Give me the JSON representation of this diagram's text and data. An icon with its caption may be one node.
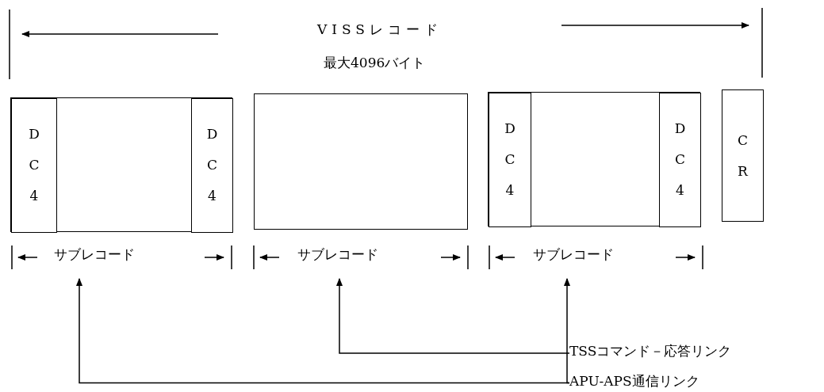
{
  "diagram": {
    "nodes": [
      {
        "text": [],
        "shape": "box"
      },
      {
        "text": [
          "DC4"
        ],
        "in": 0
      },
      {
        "text": [
          "DC4"
        ],
        "in": 0
      },
      {
        "text": [],
        "shape": "box"
      },
      {
        "text": [],
        "shape": "box"
      },
      {
        "text": [
          "DC4"
        ],
        "in": 4
      },
      {
        "text": [
          "DC4"
        ],
        "in": 4
      },
      {
        "text": [
          "CR"
        ]
      },
      {
        "text": [
          "サブレコード"
        ]
      },
      {
        "text": [
          "サブレコード"
        ]
      },
      {
        "text": [
          "サブレコード"
        ]
      },
      {
        "text": [
          "TSSコマンド－応答リンク"
        ]
      },
      {
        "text": [
          "APU-APS通信リンク"
        ]
      }
    ],
    "edges": [
      {
        "from": 11,
        "to": 9,
        "arrow": "to"
      },
      {
        "from": 12,
        "to": 10,
        "arrow": "to"
      },
      {
        "from": 12,
        "to": 8,
        "arrow": "to"
      }
    ],
    "labels": [
      "VISSレコード",
      "最大4096バイト"
    ]
  }
}
